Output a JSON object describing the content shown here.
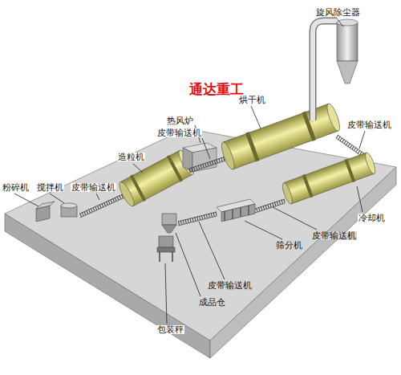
{
  "diagram": {
    "title": "通达重工",
    "labels": [
      "旋风除尘器",
      "烘干机",
      "热风炉",
      "皮带输送机",
      "皮带输送机",
      "造粒机",
      "粉碎机",
      "搅拌机",
      "皮带输送机",
      "冷却机",
      "皮带输送机",
      "筛分机",
      "皮带输送机",
      "成品仓",
      "包装秤"
    ]
  }
}
